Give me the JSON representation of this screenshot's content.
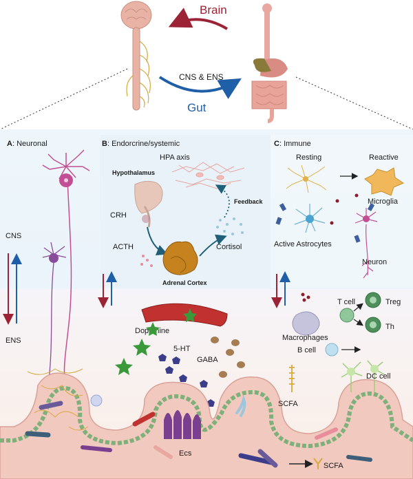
{
  "top": {
    "brain_label": "Brain",
    "gut_label": "Gut",
    "axis_label": "CNS & ENS"
  },
  "panels": {
    "a": {
      "letter": "A",
      "title": ": Neuronal",
      "cns": "CNS",
      "ens": "ENS"
    },
    "b": {
      "letter": "B",
      "title": ": Endorcrine/systemic",
      "hpa_axis": "HPA axis",
      "hypothalamus": "Hypothalamus",
      "crh": "CRH",
      "acth": "ACTH",
      "feedback": "Feedback",
      "cortisol": "Cortisol",
      "adrenal": "Adrenal Cortex"
    },
    "c": {
      "letter": "C",
      "title": ": Immune",
      "resting": "Resting",
      "reactive": "Reactive",
      "microglia": "Microglia",
      "astrocytes": "Active Astrocytes",
      "neuron": "Neuron"
    }
  },
  "gut_labels": {
    "dopamine": "Dopamine",
    "serotonin": "5-HT",
    "gaba": "GABA",
    "ecs": "Ecs",
    "scfa_mid": "SCFA",
    "scfa_bottom": "SCFA",
    "macrophages": "Macrophages",
    "t_cell": "T cell",
    "treg": "Treg",
    "th": "Th",
    "b_cell": "B cell",
    "dc_cell": "DC cell"
  },
  "colors": {
    "brain_arrow": "#9b2335",
    "gut_arrow": "#1f5fa8",
    "neuron": "#c24f93",
    "astrocyte": "#e0b24a",
    "serotonin": "#3b3c8a",
    "gaba": "#a67c52",
    "dopamine_star": "#3a9a3a"
  }
}
